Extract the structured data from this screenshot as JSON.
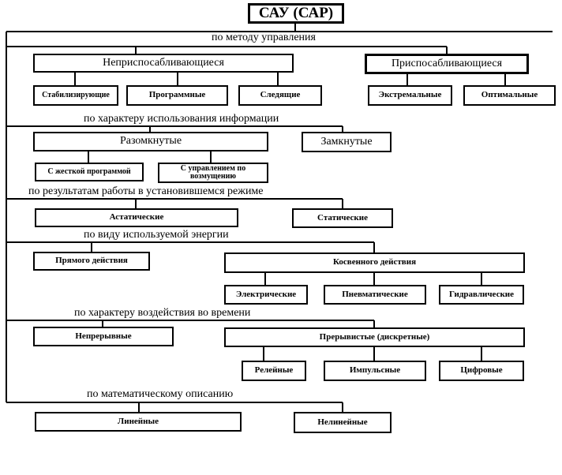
{
  "title": "САУ (САР)",
  "categories": {
    "method": "по методу управления",
    "info": "по характеру использования информации",
    "steady": "по результатам работы в установившемся режиме",
    "energy": "по виду используемой энергии",
    "time": "по характеру воздействия во времени",
    "math": "по математическому описанию"
  },
  "nodes": {
    "non_adaptive": "Неприспосабливающиеся",
    "adaptive": "Приспосабливающиеся",
    "stabilizing": "Стабилизирующие",
    "programmed": "Программные",
    "tracking": "Следящие",
    "extremal": "Экстремальные",
    "optimal": "Оптимальные",
    "open_loop": "Разомкнутые",
    "closed_loop": "Замкнутые",
    "rigid_program": "С жесткой программой",
    "disturbance_control": "С управлением по возмущению",
    "astatic": "Астатические",
    "static": "Статические",
    "direct_action": "Прямого действия",
    "indirect_action": "Косвенного действия",
    "electric": "Электрические",
    "pneumatic": "Пневматические",
    "hydraulic": "Гидравлические",
    "continuous": "Непрерывные",
    "discrete": "Прерывистые (дискретные)",
    "relay": "Релейные",
    "pulse": "Импульсные",
    "digital": "Цифровые",
    "linear": "Линейные",
    "nonlinear": "Нелинейные"
  }
}
